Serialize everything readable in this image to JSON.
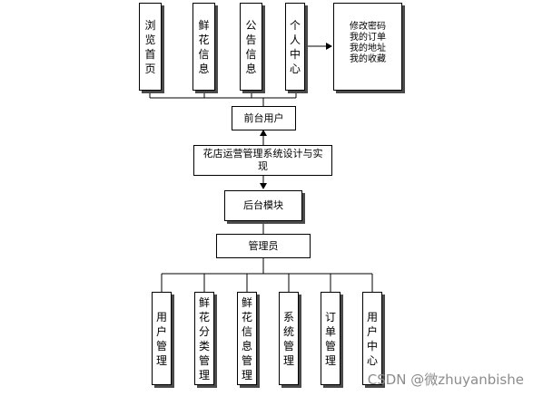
{
  "top_nodes": [
    "浏览首页",
    "鲜花信息",
    "公告信息",
    "个人中心"
  ],
  "personal_submenu": [
    "修改密码",
    "我的订单",
    "我的地址",
    "我的收藏"
  ],
  "front_user": "前台用户",
  "system_title": "花店运营管理系统设计与实现",
  "backend": "后台模块",
  "admin": "管理员",
  "bottom_nodes": [
    "用户管理",
    "鲜花分类管理",
    "鲜花信息管理",
    "系统管理",
    "订单管理",
    "用户中心"
  ],
  "watermark": "CSDN @微zhuyanbishe"
}
